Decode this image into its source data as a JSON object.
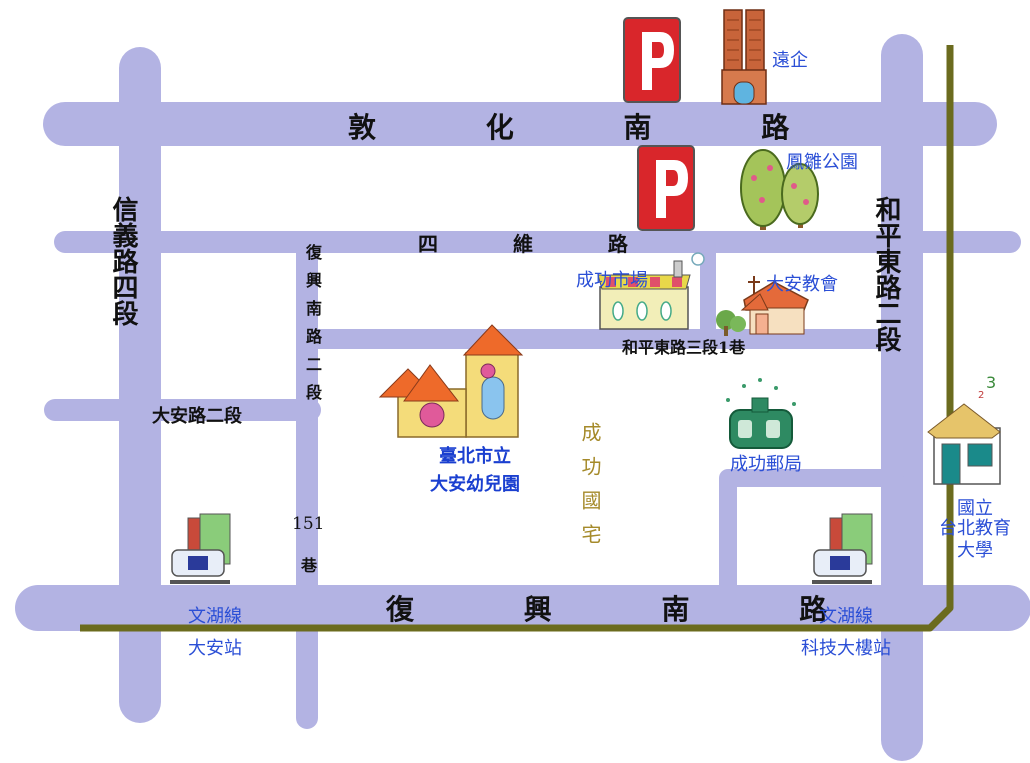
{
  "roads": {
    "dunhua_south": "敦 化 南 路",
    "siwei": "四 維 路",
    "fuxing_south": "復 興 南 路",
    "xinyi_sec4": "信義路四段",
    "heping_east_sec2": "和平東路二段",
    "daan_sec2": "大安路二段",
    "fuxing_south_sec2_lane": "復興南路二段",
    "lane_number": "151",
    "lane_suffix": "巷",
    "heping_east_sec3_lane1": "和平東路三段1巷"
  },
  "landmarks": {
    "far_eastern": "遠企",
    "fengchu_park": "鳳雛公園",
    "chenggong_market": "成功市場",
    "daan_church": "大安教會",
    "chenggong_post": "成功郵局",
    "chenggong_housing": "成功國宅",
    "school_line1": "臺北市立",
    "school_line2": "大安幼兒園",
    "univ_line1": "國立",
    "univ_line2": "台北教育",
    "univ_line3": "大學",
    "mrt_daan_line": "文湖線",
    "mrt_daan_station": "大安站",
    "mrt_tech_line": "文湖線",
    "mrt_tech_station": "科技大樓站"
  },
  "icons": [
    "parking-icon",
    "building-icon",
    "trees-icon",
    "market-icon",
    "church-icon",
    "post-office-icon",
    "school-house-icon",
    "university-icon",
    "mrt-train-icon"
  ],
  "colors": {
    "road": "#b3b3e3",
    "mrt_line": "#6b6b1e",
    "parking": "#d9262b",
    "label_blue": "#2b4fd6"
  }
}
